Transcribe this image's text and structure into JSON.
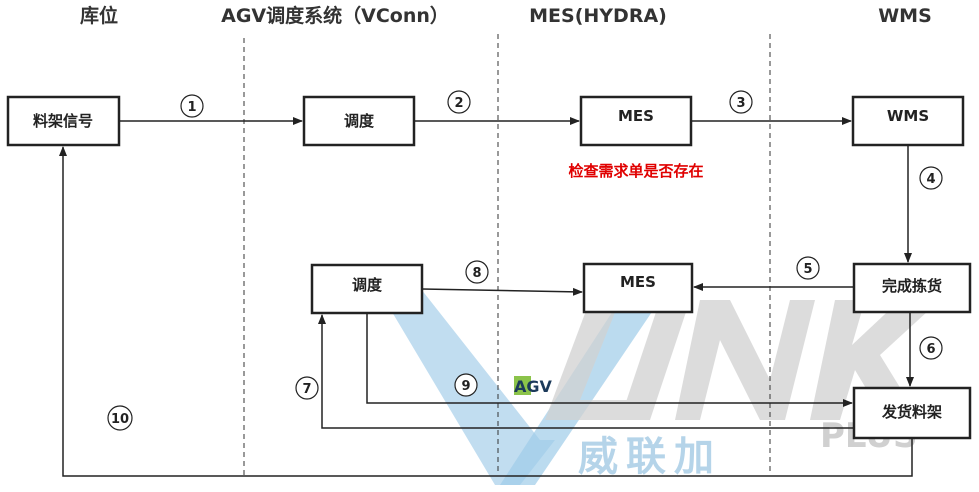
{
  "lanes": {
    "kuwei": "库位",
    "agv": "AGV调度系统（VConn）",
    "mes": "MES(HYDRA)",
    "wms": "WMS"
  },
  "boxes": {
    "rack_signal": "料架信号",
    "dispatch_1": "调度",
    "mes_1": "MES",
    "wms": "WMS",
    "picking_done": "完成拣货",
    "mes_2": "MES",
    "dispatch_2": "调度",
    "ship_rack": "发货料架"
  },
  "steps": [
    "1",
    "2",
    "3",
    "4",
    "5",
    "6",
    "7",
    "8",
    "9",
    "10"
  ],
  "note_check": "检查需求单是否存在",
  "agv_label": "AGV",
  "watermark": {
    "chinese": "威联加",
    "plus": "PLUS"
  },
  "colors": {
    "note": "#e00000",
    "agv_highlight": "#8bc34a",
    "watermark_blue": "#a9cde6"
  }
}
